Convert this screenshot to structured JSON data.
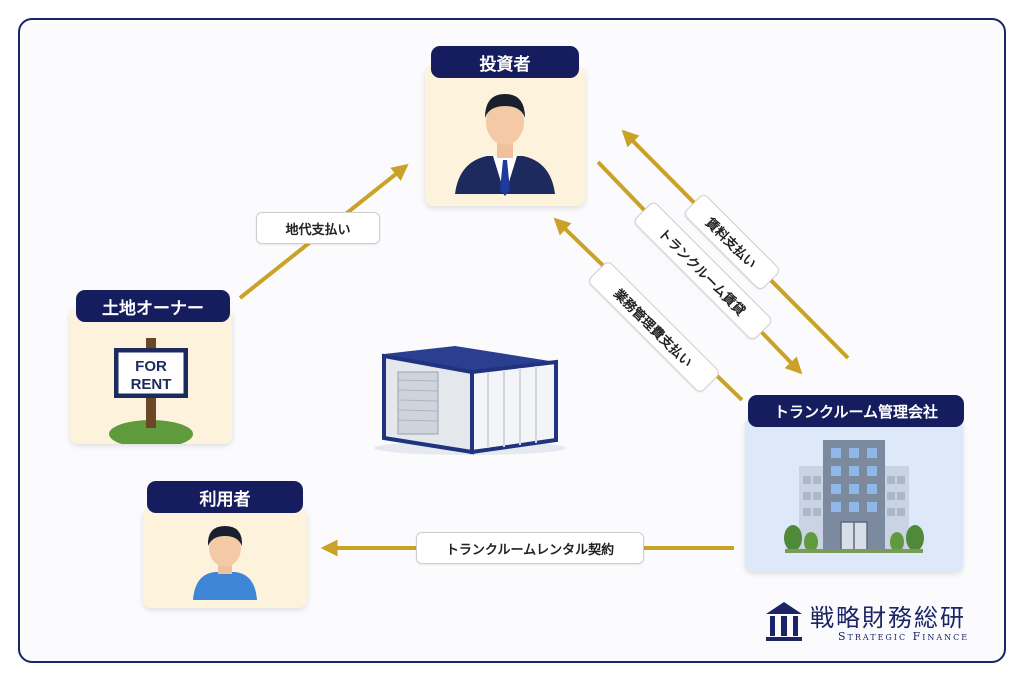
{
  "nodes": {
    "investor": "投資者",
    "land_owner": "土地オーナー",
    "user": "利用者",
    "management_company": "トランクルーム管理会社"
  },
  "edges": {
    "land_rent_payment": "地代支払い",
    "rent_payment": "賃料支払い",
    "trunk_room_lease": "トランクルーム賃貸",
    "management_fee_payment": "業務管理費支払い",
    "rental_contract": "トランクルームレンタル契約"
  },
  "sign": {
    "line1": "FOR",
    "line2": "RENT"
  },
  "logo": {
    "title": "戦略財務総研",
    "subtitle": "Strategic Finance"
  },
  "colors": {
    "arrow": "#c9a227",
    "pill": "#161d5e",
    "frame": "#1b2466"
  },
  "icons": [
    "businessman-icon",
    "for-rent-sign-icon",
    "person-icon",
    "office-building-icon",
    "storage-container-icon",
    "logo-building-icon"
  ]
}
